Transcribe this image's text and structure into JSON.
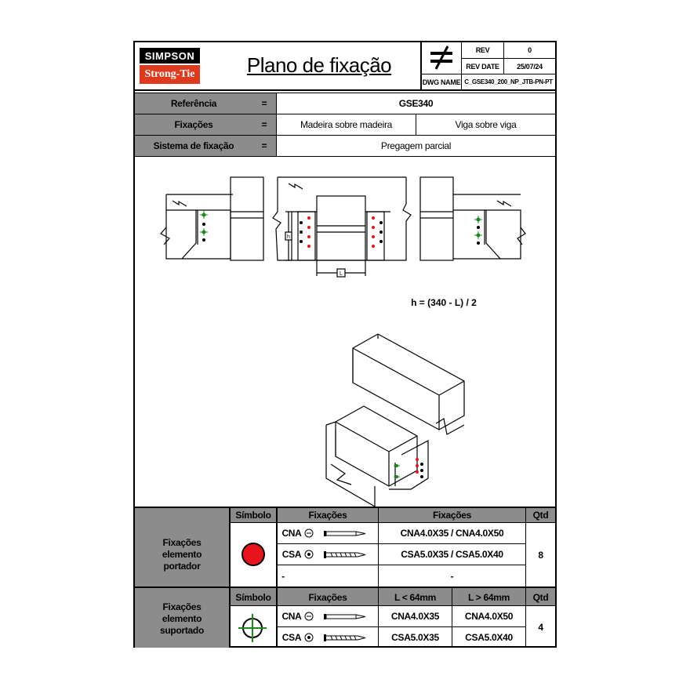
{
  "header": {
    "brand_top": "SIMPSON",
    "brand_bottom": "Strong-Tie",
    "title": "Plano de fixação",
    "rev_label": "REV",
    "rev_value": "0",
    "rev_date_label": "REV DATE",
    "rev_date_value": "25/07/24",
    "dwg_label": "DWG NAME",
    "dwg_value": "C_GSE340_200_NP_JTB-PN-PT"
  },
  "info": {
    "rows": [
      {
        "label": "Referência",
        "eq": "=",
        "value": "GSE340"
      },
      {
        "label": "Fixações",
        "eq": "=",
        "value_a": "Madeira sobre madeira",
        "value_b": "Viga sobre viga"
      },
      {
        "label": "Sistema de fixação",
        "eq": "=",
        "value": "Pregagem parcial"
      }
    ]
  },
  "drawing": {
    "formula": "h = (340 - L) / 2",
    "h_label": "h",
    "l_label": "L"
  },
  "table1": {
    "group_label": "Fixações elemento portador",
    "h_symbol": "Símbolo",
    "h_fix": "Fixações",
    "h_fix2": "Fixações",
    "h_qty": "Qtd",
    "rows": [
      {
        "type": "CNA",
        "value": "CNA4.0X35 / CNA4.0X50"
      },
      {
        "type": "CSA",
        "value": "CSA5.0X35 / CSA5.0X40"
      },
      {
        "type": "-",
        "value": "-"
      }
    ],
    "qty": "8",
    "symbol_color": "#e8141b"
  },
  "table2": {
    "group_label": "Fixações elemento suportado",
    "h_symbol": "Símbolo",
    "h_fix": "Fixações",
    "h_l1": "L < 64mm",
    "h_l2": "L > 64mm",
    "h_qty": "Qtd",
    "rows": [
      {
        "type": "CNA",
        "v1": "CNA4.0X35",
        "v2": "CNA4.0X50"
      },
      {
        "type": "CSA",
        "v1": "CSA5.0X35",
        "v2": "CSA5.0X40"
      }
    ],
    "qty": "4",
    "symbol_color": "#1a8a1a"
  }
}
